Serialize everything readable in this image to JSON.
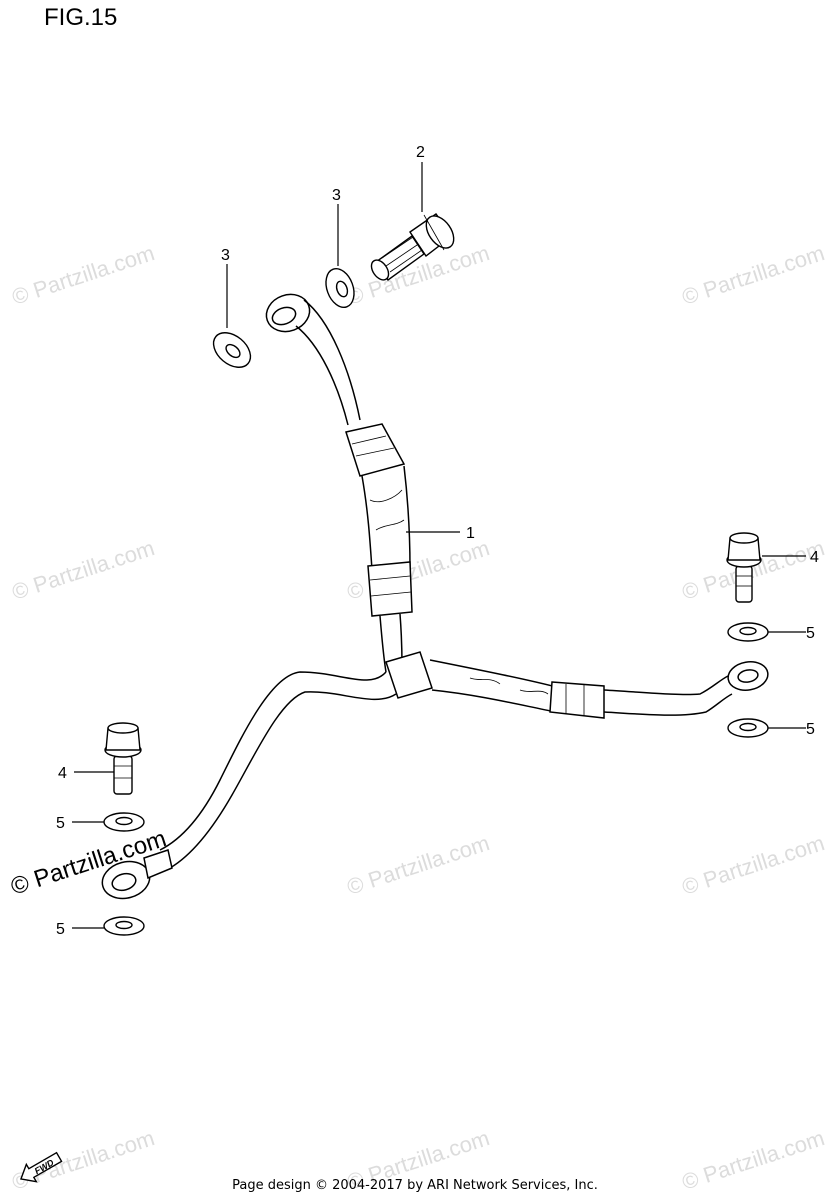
{
  "figure": {
    "title": "FIG.15"
  },
  "callouts": {
    "c1": "1",
    "c2": "2",
    "c3a": "3",
    "c3b": "3",
    "c4a": "4",
    "c4b": "4",
    "c5a": "5",
    "c5b": "5",
    "c5c": "5",
    "c5d": "5"
  },
  "watermark": {
    "text": "© Partzilla.com"
  },
  "fwd_badge": "FWD",
  "footer": "Page design © 2004-2017 by ARI Network Services, Inc."
}
